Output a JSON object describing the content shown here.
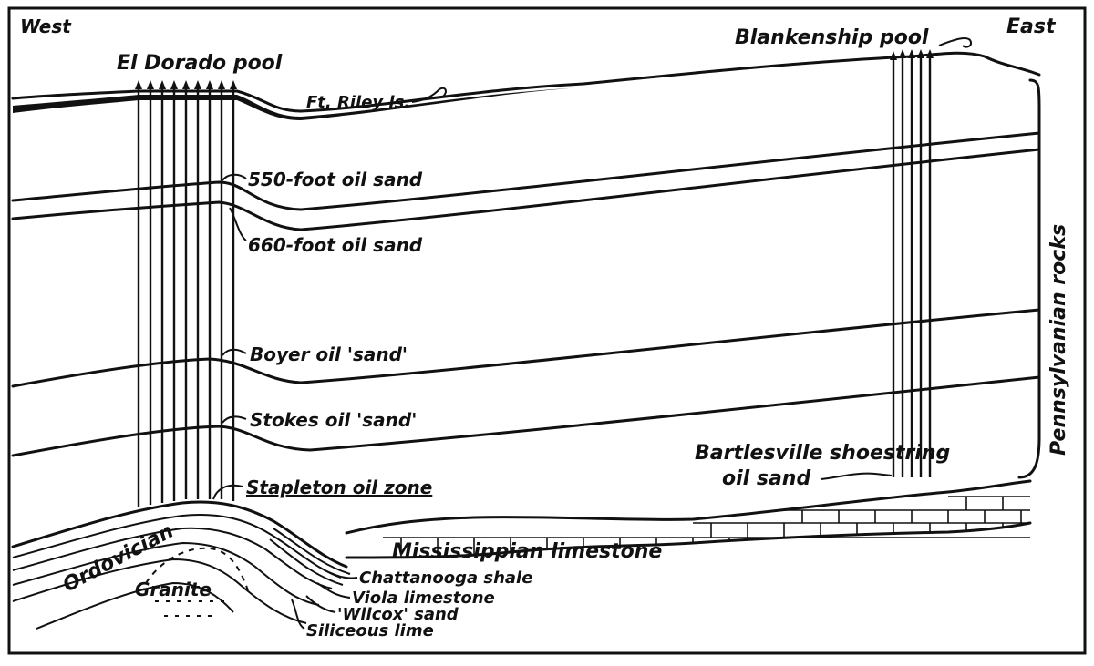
{
  "diagram": {
    "labels": {
      "west": "West",
      "east": "East",
      "el_dorado_pool": "El Dorado pool",
      "blankenship_pool": "Blankenship pool",
      "ft_riley": "Ft. Riley ls.",
      "sand_550": "550-foot oil sand",
      "sand_660": "660-foot oil sand",
      "boyer": "Boyer oil 'sand'",
      "stokes": "Stokes oil 'sand'",
      "stapleton": "Stapleton oil zone",
      "bartlesville_line1": "Bartlesville shoestring",
      "bartlesville_line2": "oil sand",
      "pennsylvanian": "Pennsylvanian rocks",
      "ordovician": "Ordovician",
      "granite": "Granite",
      "mississippian": "Mississippian limestone",
      "chattanooga": "Chattanooga shale",
      "viola": "Viola limestone",
      "wilcox": "'Wilcox' sand",
      "siliceous": "Siliceous lime"
    }
  }
}
